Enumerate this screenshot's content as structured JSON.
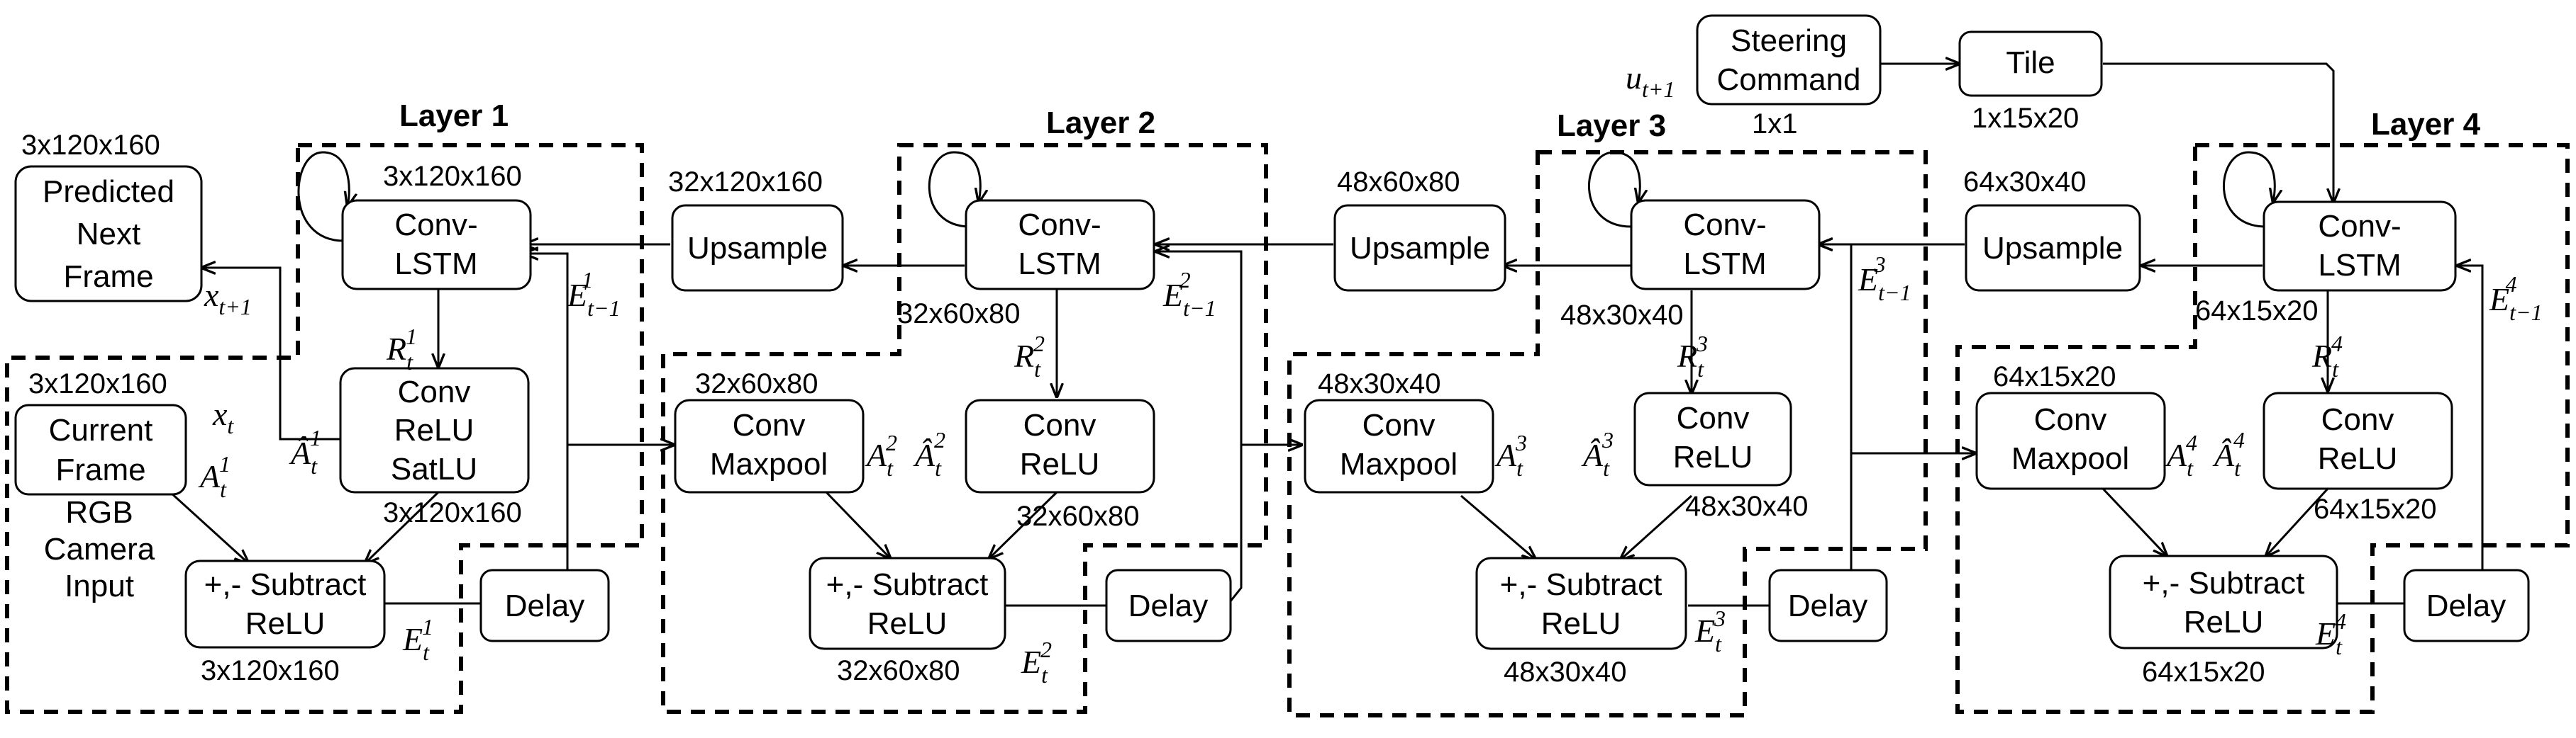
{
  "layers": [
    {
      "title": "Layer 1",
      "current_frame": [
        "Current",
        "Frame"
      ],
      "current_frame_dims": "3x120x160",
      "camera_input": [
        "RGB",
        "Camera",
        "Input"
      ],
      "predicted_frame": [
        "Predicted",
        "Next",
        "Frame"
      ],
      "predicted_frame_dims": "3x120x160",
      "lstm": [
        "Conv-",
        "LSTM"
      ],
      "lstm_dims": "3x120x160",
      "relu": [
        "Conv",
        "ReLU",
        "SatLU"
      ],
      "relu_dims": "3x120x160",
      "subtract": [
        "+,- Subtract",
        "ReLU"
      ],
      "subtract_dims": "3x120x160",
      "delay": "Delay",
      "upsample": "Upsample",
      "upsample_dims": "32x120x160",
      "n": "1"
    },
    {
      "title": "Layer 2",
      "maxpool": [
        "Conv",
        "Maxpool"
      ],
      "maxpool_dims": "32x60x80",
      "lstm": [
        "Conv-",
        "LSTM"
      ],
      "lstm_dims": "32x60x80",
      "relu": [
        "Conv",
        "ReLU"
      ],
      "relu_dims": "32x60x80",
      "subtract": [
        "+,- Subtract",
        "ReLU"
      ],
      "subtract_dims": "32x60x80",
      "delay": "Delay",
      "upsample": "Upsample",
      "upsample_dims": "48x60x80",
      "n": "2"
    },
    {
      "title": "Layer 3",
      "maxpool": [
        "Conv",
        "Maxpool"
      ],
      "maxpool_dims": "48x30x40",
      "lstm": [
        "Conv-",
        "LSTM"
      ],
      "lstm_dims": "48x30x40",
      "relu": [
        "Conv",
        "ReLU"
      ],
      "relu_dims": "48x30x40",
      "subtract": [
        "+,- Subtract",
        "ReLU"
      ],
      "subtract_dims": "48x30x40",
      "delay": "Delay",
      "upsample": "Upsample",
      "upsample_dims": "64x30x40",
      "n": "3"
    },
    {
      "title": "Layer 4",
      "maxpool": [
        "Conv",
        "Maxpool"
      ],
      "maxpool_dims": "64x15x20",
      "lstm": [
        "Conv-",
        "LSTM"
      ],
      "lstm_dims": "64x15x20",
      "relu": [
        "Conv",
        "ReLU"
      ],
      "relu_dims": "64x15x20",
      "subtract": [
        "+,- Subtract",
        "ReLU"
      ],
      "subtract_dims": "64x15x20",
      "delay": "Delay",
      "n": "4"
    }
  ],
  "steering": {
    "label": [
      "Steering",
      "Command"
    ],
    "dims": "1x1",
    "var": "u",
    "var_sub": "t+1"
  },
  "tile": {
    "label": "Tile",
    "dims": "1x15x20"
  },
  "symbols": {
    "x_t": "x",
    "x_t_sub": "t",
    "x_next": "x",
    "x_next_sub": "t+1",
    "R": "R",
    "A": "A",
    "Ahat": "Â",
    "E": "E",
    "t": "t",
    "t_minus_1": "t−1"
  }
}
